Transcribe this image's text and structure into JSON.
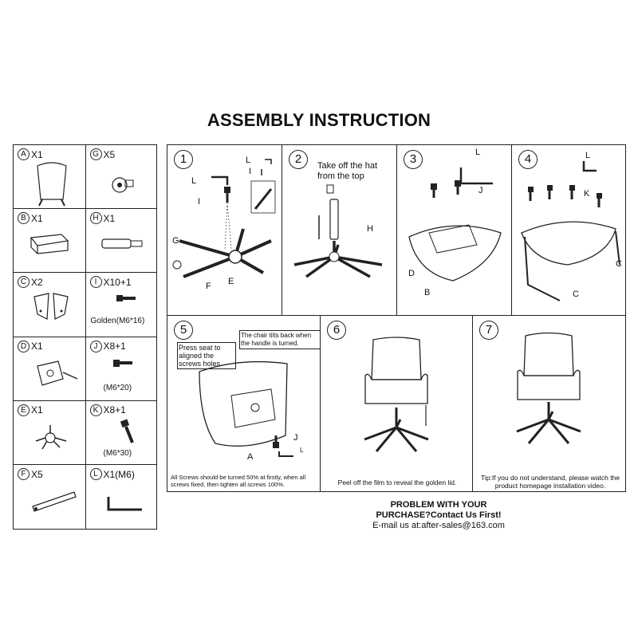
{
  "title": "ASSEMBLY INSTRUCTION",
  "parts": [
    {
      "letter": "A",
      "qty": "X1",
      "note": ""
    },
    {
      "letter": "G",
      "qty": "X5",
      "note": ""
    },
    {
      "letter": "B",
      "qty": "X1",
      "note": ""
    },
    {
      "letter": "H",
      "qty": "X1",
      "note": ""
    },
    {
      "letter": "C",
      "qty": "X2",
      "note": ""
    },
    {
      "letter": "I",
      "qty": "X10+1",
      "note": "Golden(M6*16)"
    },
    {
      "letter": "D",
      "qty": "X1",
      "note": ""
    },
    {
      "letter": "J",
      "qty": "X8+1",
      "note": "(M6*20)"
    },
    {
      "letter": "E",
      "qty": "X1",
      "note": ""
    },
    {
      "letter": "K",
      "qty": "X8+1",
      "note": "(M6*30)"
    },
    {
      "letter": "F",
      "qty": "X5",
      "note": ""
    },
    {
      "letter": "L",
      "qty": "X1(M6)",
      "note": ""
    }
  ],
  "steps": [
    {
      "number": "1",
      "labels": {
        "L": "L",
        "I": "I",
        "G": "G",
        "F": "F",
        "E": "E",
        "L2": "L",
        "I2": "I"
      }
    },
    {
      "number": "2",
      "text": "Take off the hat from the top",
      "labels": {
        "H": "H"
      }
    },
    {
      "number": "3",
      "labels": {
        "L": "L",
        "J": "J",
        "D": "D",
        "B": "B"
      }
    },
    {
      "number": "4",
      "labels": {
        "L": "L",
        "K": "K",
        "C": "C",
        "C2": "C"
      }
    },
    {
      "number": "5",
      "text1": "Press seat to aligned the screws holes.",
      "text2": "The chair tilts back when the handle is turned.",
      "note": "All Screws should be turned 50% at firstly, when all screws fixed, then tighten all screws 100%.",
      "labels": {
        "A": "A",
        "J": "J",
        "L": "L"
      }
    },
    {
      "number": "6",
      "note": "Peel off the film to reveal the golden lid."
    },
    {
      "number": "7",
      "note": "Tip:If you do not understand, please watch the product homepage installation video."
    }
  ],
  "footer": {
    "line1": "PROBLEM WITH YOUR",
    "line2": "PURCHASE?Contact Us First!",
    "line3": "E-mail us at:after-sales@163.com"
  }
}
